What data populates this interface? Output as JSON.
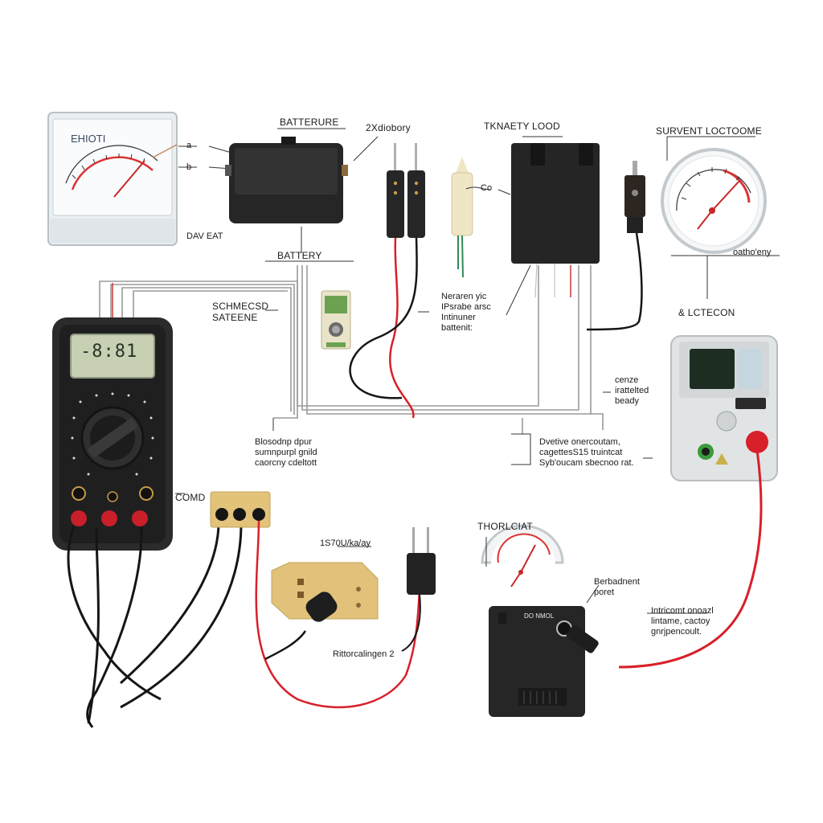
{
  "labels": {
    "panel_meter_face": "EHIOTI",
    "panel_meter_a": "a",
    "panel_meter_b": "b",
    "panel_meter_caption": "DAV EAT",
    "battery_title": "BATTERURE",
    "battery_side": "2Xdiobory",
    "battery_caption": "BATTERY",
    "load_title": "TKNAETY LOOD",
    "probe_co": "Co",
    "gauge_title": "SURVENT LOCTOOME",
    "gauge_side": "oatho'eny",
    "gauge_caption": "& LCTECON",
    "schematic_title": "SCHMECSD\nSATEENE",
    "probe_note": "Neraren yic\nIPsrabe arsc\nIntinuner\nbattenit:",
    "left_note": "Blosodnp dpur\nsumnpurpl gnild\ncaorcny cdeltott",
    "right_note": "Dvetive onercoutam,\ncagettesS15 truintcat\nSyb'oucam sbecnoo rat.",
    "tester_side": "cenze\nirattelted\nbeady",
    "multimeter_lcd": "-8:81",
    "multimeter_side": "COMD",
    "module_label": "1S70U/ka/ay",
    "module_caption": "Rittorcalingen 2",
    "small_gauge_title": "THORLCIAT",
    "battery_box_label": "Berbadnent\nporet",
    "battery_box_face": "DO NMOL",
    "bottom_right_note": "Intricomt onoazl\nlintame, cactoy\ngnrjpencoult."
  },
  "icons": [
    "panel-meter-icon",
    "black-battery-icon",
    "test-probe-icon",
    "cream-probe-icon",
    "load-box-icon",
    "plug-icon",
    "round-gauge-icon",
    "fuse-holder-icon",
    "digital-multimeter-icon",
    "connector-strip-icon",
    "tester-device-icon",
    "yellow-module-icon",
    "two-pin-plug-icon",
    "small-gauge-icon",
    "battery-box-icon"
  ],
  "colors": {
    "wire_red": "#d8202a",
    "wire_black": "#151515",
    "wire_gray": "#8a8a8a",
    "device_black": "#262626",
    "multimeter_lcd": "#c7d0b3",
    "gauge_needle": "#c62828",
    "module_yellow": "#e2c27a"
  }
}
